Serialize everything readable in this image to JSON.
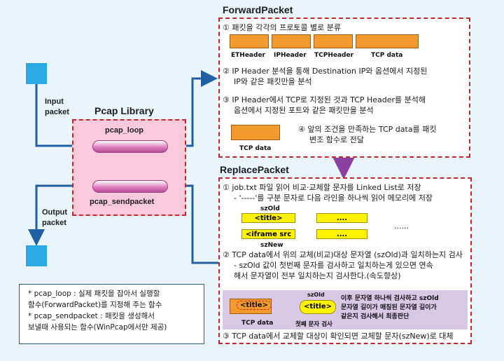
{
  "forward": {
    "title": "ForwardPacket",
    "step1": "① 패킷을 각각의 프로토콜 별로 분류",
    "labels": [
      "ETHeader",
      "IPHeader",
      "TCPHeader",
      "TCP data"
    ],
    "step2_l1": "② IP Header 분석을 통해 Destination IP와 옵션에서 지정된",
    "step2_l2": "IP와 같은 패킷만을 분석",
    "step3_l1": "③ IP Header에서 TCP로 지정된 것과 TCP Header를 분석해",
    "step3_l2": "옵션에서 지정된 포트와 같은 패킷만을 분석",
    "tcpdata": "TCP data",
    "step4_l1": "④ 앞의 조건을 만족하는 TCP data를 패킷",
    "step4_l2": "변조 함수로 전달"
  },
  "replace": {
    "title": "ReplacePacket",
    "step1_l1": "① job.txt 파일 읽어 비교·교체할 문자를 Linked List로 저장",
    "step1_l2": "- '-----'를 구분 문자로 다음 라인을 하나씩 읽어 메모리에 저장",
    "szold": "szOld",
    "sznew": "szNew",
    "title_tag": "<title>",
    "iframe_tag": "<iframe src",
    "dots": "....",
    "ellipsis": "......",
    "step2_l1": "② TCP data에서 위의 교체(비교)대상 문자열 (szOld)과 일치하는지 검사",
    "step2_l2": "- szOld 값이 첫번째 문자를 검사하고 일치하는게 있으면 연속",
    "step2_l3": "해서 문자열이 전부 일치하는지 검사한다.(속도향상)",
    "tcp_data": "TCP data",
    "first_check": "첫째 문자 검사",
    "note_l1": "이후 문자열 하나씩 검사하고 szOld",
    "note_l2": "문자열 길이가 매칭된 문자열 길이가",
    "note_l3": "같은지 검사해서 최종판단",
    "step3": "③ TCP data에서 교체할 대상이 확인되면 교체할 문자(szNew)로 대체"
  },
  "pcap": {
    "title": "Pcap Library",
    "loop": "pcap_loop",
    "send": "pcap_sendpacket"
  },
  "input_label_1": "Input",
  "input_label_2": "packet",
  "output_label_1": "Output",
  "output_label_2": "packet",
  "legend": {
    "l1": "* pcap_loop : 실제 패킷을 잡아서 실행할",
    "l2": "함수(ForwardPacket)를 지정해 주는 함수",
    "l3": "* pcap_sendpacket : 패킷을 생성해서",
    "l4": "보낼때 사용되는 함수(WinPcap에서만 제공)"
  },
  "colors": {
    "accent_red": "#c1272d",
    "orange": "#f39a2e",
    "blue": "#1f5fa3",
    "cyan": "#2aaae2",
    "pink": "#f9c9dc",
    "purple_band": "#d9c7e6"
  }
}
